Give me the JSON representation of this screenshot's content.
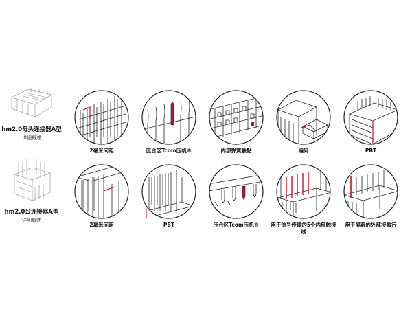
{
  "rows": [
    {
      "product": {
        "title": "hm2.0母头连接器A型",
        "subtitle": "详细概述"
      },
      "details": [
        {
          "caption": "2毫米间距"
        },
        {
          "caption": "压合区Tcom压机®"
        },
        {
          "caption": "内部弹簧触點"
        },
        {
          "caption": "编码"
        },
        {
          "caption": "PBT"
        }
      ]
    },
    {
      "product": {
        "title": "hm2.0公连接器A型",
        "subtitle": "详细概述"
      },
      "details": [
        {
          "caption": "2毫米间距"
        },
        {
          "caption": "PBT"
        },
        {
          "caption": "压合区Tcom压机®"
        },
        {
          "caption": "用于信号传输的5个内部触接线"
        },
        {
          "caption": "用于屏蔽的外部接触行"
        }
      ]
    }
  ],
  "colors": {
    "line": "#222222",
    "accent": "#c8102e",
    "background": "#ffffff"
  }
}
